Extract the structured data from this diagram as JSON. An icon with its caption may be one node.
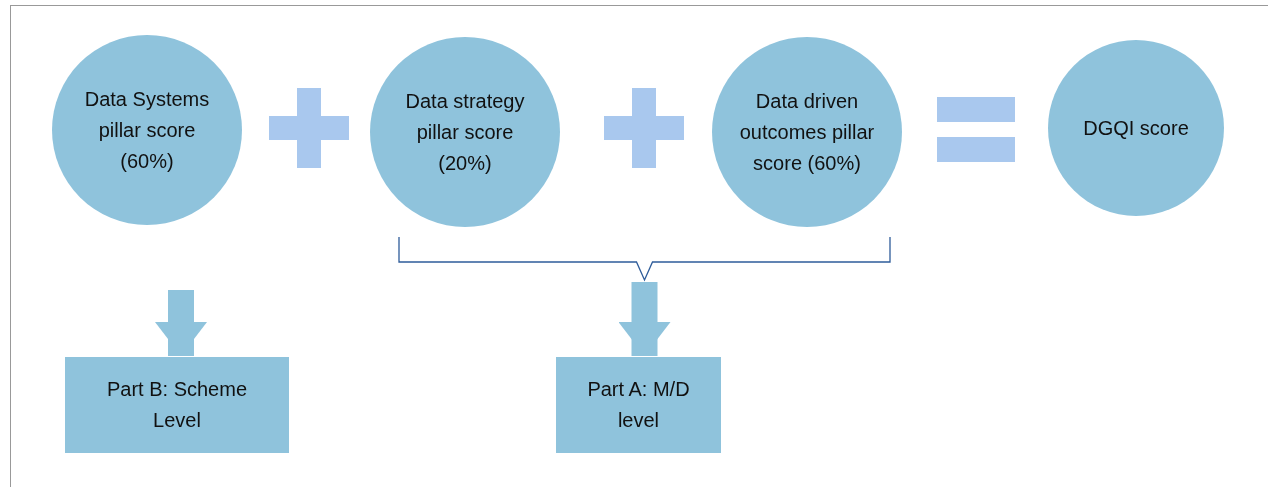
{
  "diagram": {
    "nodes": [
      {
        "text": [
          "Data Systems pillar score (60%)"
        ]
      },
      {
        "text": [
          "Data strategy pillar score (20%)"
        ]
      },
      {
        "text": [
          "Data driven outcomes pillar score (60%)"
        ]
      },
      {
        "text": [
          "DGQI score"
        ]
      },
      {
        "text": [
          "Part B: Scheme Level"
        ]
      },
      {
        "text": [
          "Part A: M/D level"
        ]
      },
      {
        "text": [],
        "shape": "bracket"
      }
    ],
    "edges": [
      {
        "from": null,
        "to": 4,
        "arrow": "to"
      },
      {
        "from": 6,
        "to": 5,
        "arrow": "to"
      }
    ]
  }
}
